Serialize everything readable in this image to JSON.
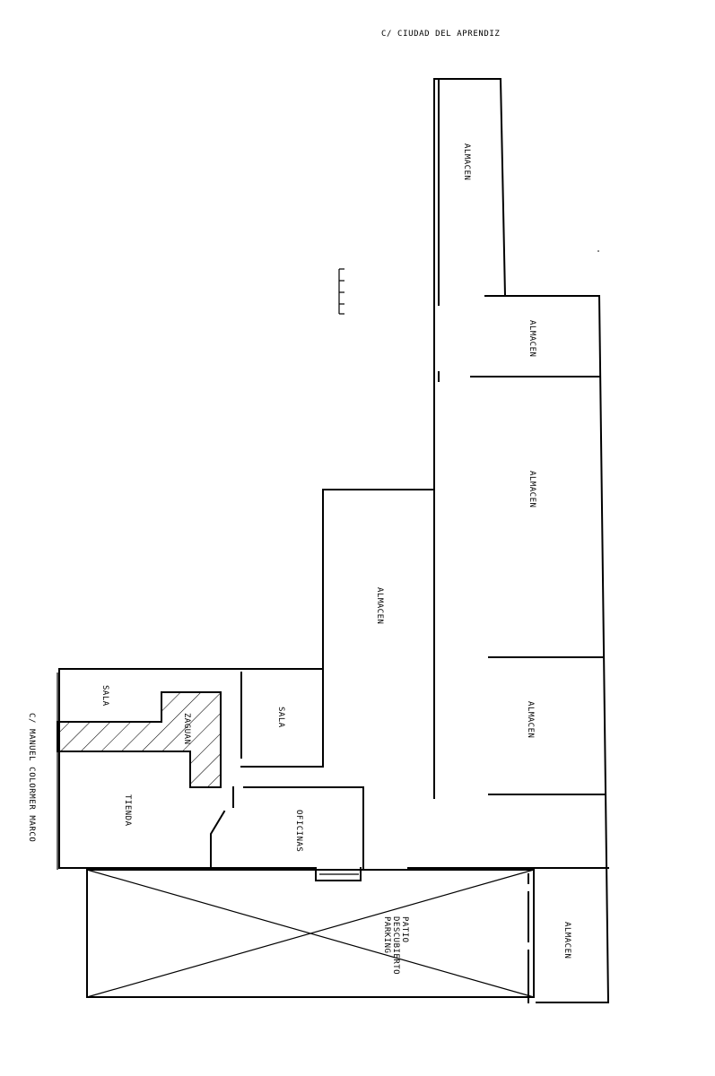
{
  "streets": {
    "north": "C/ CIUDAD DEL APRENDIZ",
    "west": "C/ MANUEL COLORMER MARCO"
  },
  "rooms": {
    "almacen_1": "ALMACEN",
    "almacen_2": "ALMACEN",
    "almacen_3": "ALMACEN",
    "almacen_4": "ALMACEN",
    "almacen_5": "ALMACEN",
    "almacen_6": "ALMACEN",
    "sala_1": "SALA",
    "sala_2": "SALA",
    "zaguan": "ZAGUAN",
    "tienda": "TIENDA",
    "oficinas": "OFICINAS",
    "patio": [
      "PATIO",
      "DESCUBIERTO",
      "PARKING"
    ]
  }
}
